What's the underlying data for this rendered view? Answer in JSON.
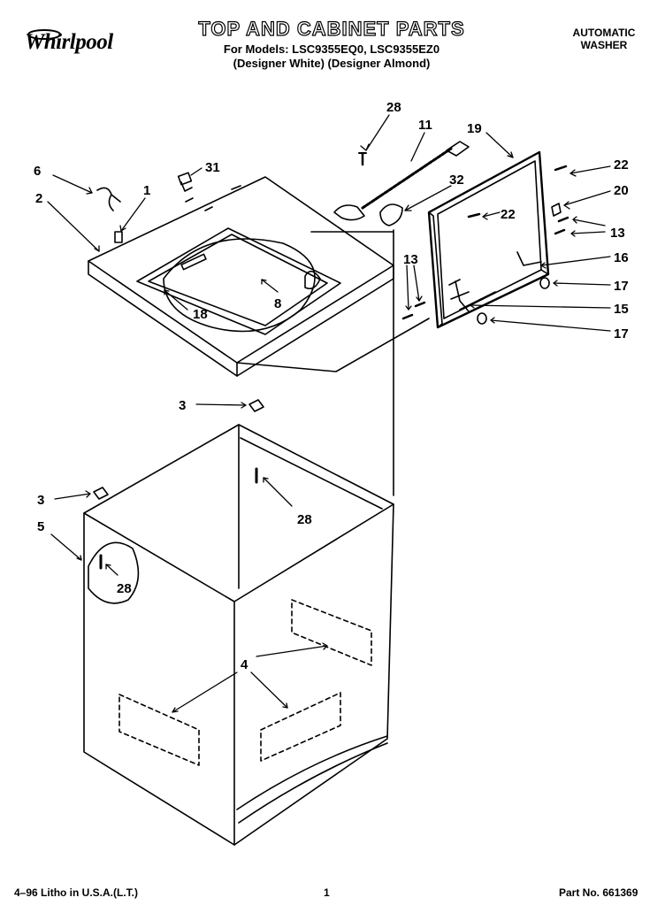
{
  "brand": {
    "name": "Whirlpool"
  },
  "header": {
    "title": "TOP AND CABINET PARTS",
    "models": "For Models: LSC9355EQ0, LSC9355EZ0",
    "finishes": "(Designer White) (Designer Almond)",
    "product_line1": "AUTOMATIC",
    "product_line2": "WASHER"
  },
  "callouts": {
    "c28a": "28",
    "c11": "11",
    "c19": "19",
    "c6": "6",
    "c31": "31",
    "c32": "32",
    "c22a": "22",
    "c2": "2",
    "c1": "1",
    "c20": "20",
    "c22b": "22",
    "c13a": "13",
    "c16": "16",
    "c13b": "13",
    "c17a": "17",
    "c8": "8",
    "c18": "18",
    "c15": "15",
    "c17b": "17",
    "c3a": "3",
    "c28b": "28",
    "c3b": "3",
    "c5": "5",
    "c28c": "28",
    "c4": "4"
  },
  "footer": {
    "litho": "4–96 Litho in U.S.A.(L.T.)",
    "page": "1",
    "part_no": "Part No. 661369"
  }
}
